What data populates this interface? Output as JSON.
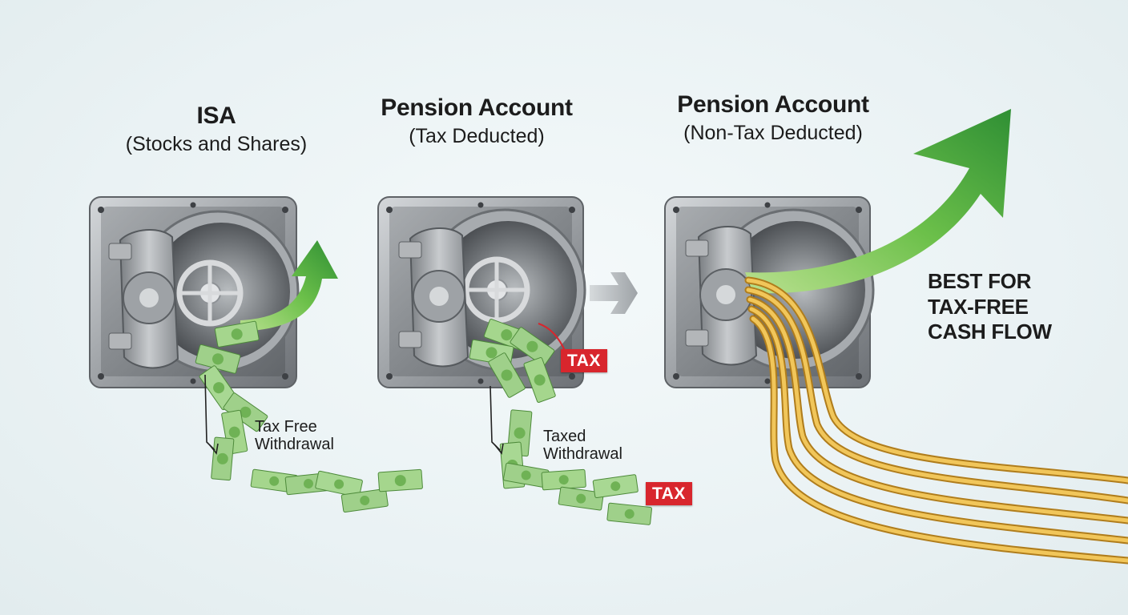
{
  "accounts": [
    {
      "title": "ISA",
      "subtitle": "(Stocks and Shares)",
      "withdrawal_line1": "Tax Free",
      "withdrawal_line2": "Withdrawal"
    },
    {
      "title": "Pension Account",
      "subtitle": "(Tax Deducted)",
      "withdrawal_line1": "Taxed",
      "withdrawal_line2": "Withdrawal"
    },
    {
      "title": "Pension Account",
      "subtitle": "(Non-Tax Deducted)"
    }
  ],
  "tax_badge": "TAX",
  "best_for": [
    "BEST FOR",
    "TAX-FREE",
    "CASH FLOW"
  ],
  "colors": {
    "growth_arrow": "#4caf3c",
    "tax_badge": "#d8262d",
    "cash": "#9fd08a",
    "gold_stream": "#e8b63e",
    "vault_steel": "#9a9ea2"
  }
}
